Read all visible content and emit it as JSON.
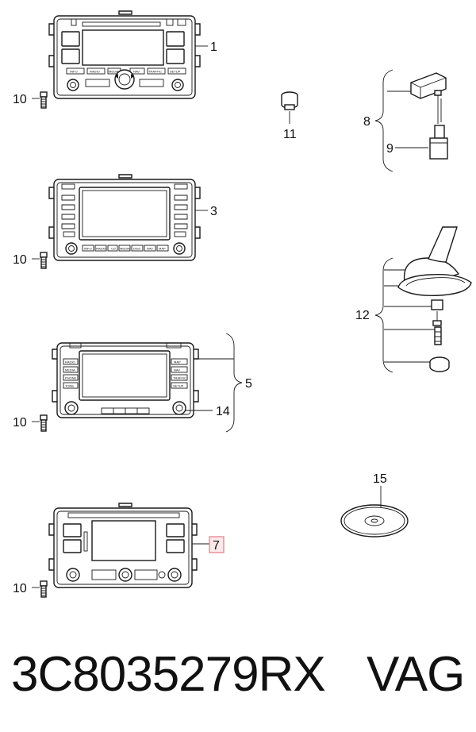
{
  "callouts": {
    "c1": "1",
    "c3": "3",
    "c5": "5",
    "c7": "7",
    "c8": "8",
    "c9": "9",
    "c10a": "10",
    "c10b": "10",
    "c10c": "10",
    "c10d": "10",
    "c11": "11",
    "c12": "12",
    "c14": "14",
    "c15": "15"
  },
  "unit1_buttons": [
    "INFO",
    "RADIO",
    "MEDIA",
    "NAV",
    "TRAFFIC",
    "SETUP"
  ],
  "unit3_buttons": [
    "INFO",
    "RADIO",
    "CD",
    "MEDIA",
    "DISC",
    "NAV",
    "MAP"
  ],
  "unit5_left_buttons": [
    "RADIO",
    "MEDIA",
    "PHONE",
    "TONE"
  ],
  "unit5_right_buttons": [
    "MAP",
    "NAV",
    "TRAFFIC",
    "SETUP"
  ],
  "footer": {
    "part_number": "3C8035279RX",
    "brand": "VAG"
  },
  "colors": {
    "line": "#1a1a1a",
    "highlight_fill": "#fde8ea",
    "highlight_stroke": "#e07a86"
  }
}
